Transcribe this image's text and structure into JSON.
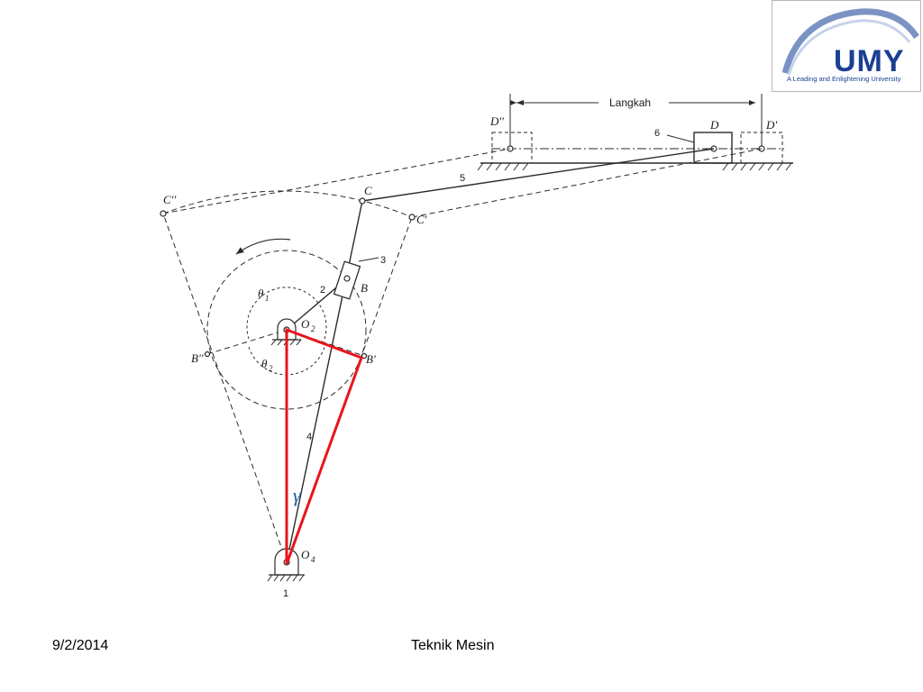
{
  "logo": {
    "text": "UMY",
    "tagline": "A Leading and Enlightening University"
  },
  "footer": {
    "date": "9/2/2014",
    "center": "Teknik Mesin"
  },
  "diagram": {
    "stroke_label": "Langkah",
    "points": {
      "C": "C",
      "C1": "C'",
      "C2": "C''",
      "D": "D",
      "D1": "D'",
      "D2": "D''",
      "B": "B",
      "B1": "B'",
      "B2": "B''",
      "O2": "O",
      "O2_sub": "2",
      "O4": "O",
      "O4_sub": "4",
      "theta1": "θ",
      "theta1_sub": "1",
      "theta2": "θ",
      "theta2_sub": "2",
      "gamma": "γ"
    },
    "link_numbers": {
      "n1": "1",
      "n2": "2",
      "n3": "3",
      "n4": "4",
      "n5": "5",
      "n6": "6"
    },
    "colors": {
      "triangle": "#e8151b",
      "gamma": "#1a5fa8",
      "lines": "#2b2b2b"
    }
  }
}
